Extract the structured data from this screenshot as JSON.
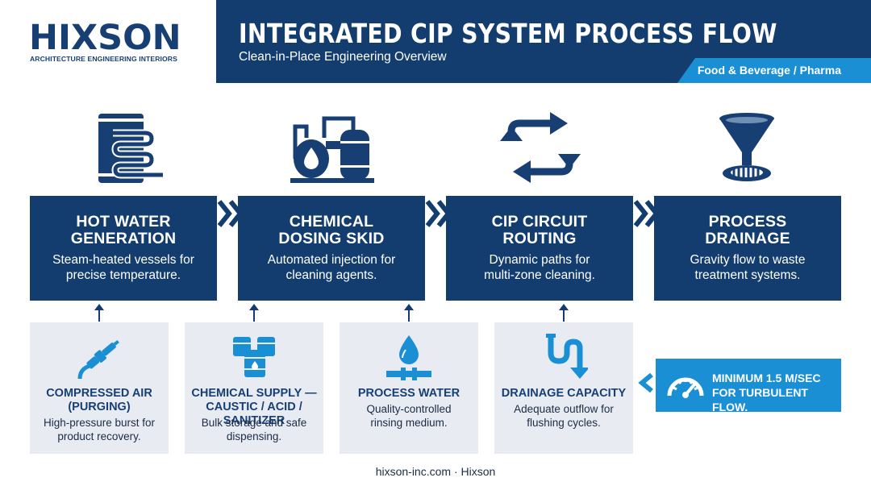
{
  "brand": {
    "logo": "HIXSON",
    "tagline": "ARCHITECTURE ENGINEERING INTERIORS"
  },
  "header": {
    "title": "INTEGRATED CIP SYSTEM PROCESS FLOW",
    "subtitle": "Clean-in-Place Engineering Overview",
    "industry": "Food & Beverage / Pharma"
  },
  "stages": [
    {
      "icon": "boiler-tank-icon",
      "title": "HOT WATER\nGENERATION",
      "desc": "Steam-heated vessels for\nprecise temperature."
    },
    {
      "icon": "dosing-skid-icon",
      "title": "CHEMICAL\nDOSING SKID",
      "desc": "Automated injection for\ncleaning agents."
    },
    {
      "icon": "circulation-arrows-icon",
      "title": "CIP CIRCUIT\nROUTING",
      "desc": "Dynamic paths for\nmulti-zone cleaning."
    },
    {
      "icon": "funnel-drain-icon",
      "title": "PROCESS\nDRAINAGE",
      "desc": "Gravity flow to waste\ntreatment systems."
    }
  ],
  "inputs": [
    {
      "icon": "air-nozzle-icon",
      "title": "COMPRESSED AIR\n(PURGING)",
      "desc": "High-pressure burst for\nproduct recovery."
    },
    {
      "icon": "chemical-drums-icon",
      "title": "CHEMICAL SUPPLY —\nCAUSTIC / ACID / SANITIZER",
      "desc": "Bulk storage and safe\ndispensing."
    },
    {
      "icon": "water-drop-pipe-icon",
      "title": "PROCESS WATER",
      "desc": "Quality-controlled\nrinsing medium."
    },
    {
      "icon": "drain-pipe-icon",
      "title": "DRAINAGE CAPACITY",
      "desc": "Adequate outflow for\nflushing cycles."
    }
  ],
  "callout": {
    "icon": "speedometer-icon",
    "text": "MINIMUM 1.5 M/SEC\nFOR TURBULENT FLOW."
  },
  "footer": "hixson-inc.com · Hixson",
  "colors": {
    "navy": "#123d6e",
    "accent_blue": "#1a8fd4",
    "light_panel": "#e8ecf2"
  }
}
